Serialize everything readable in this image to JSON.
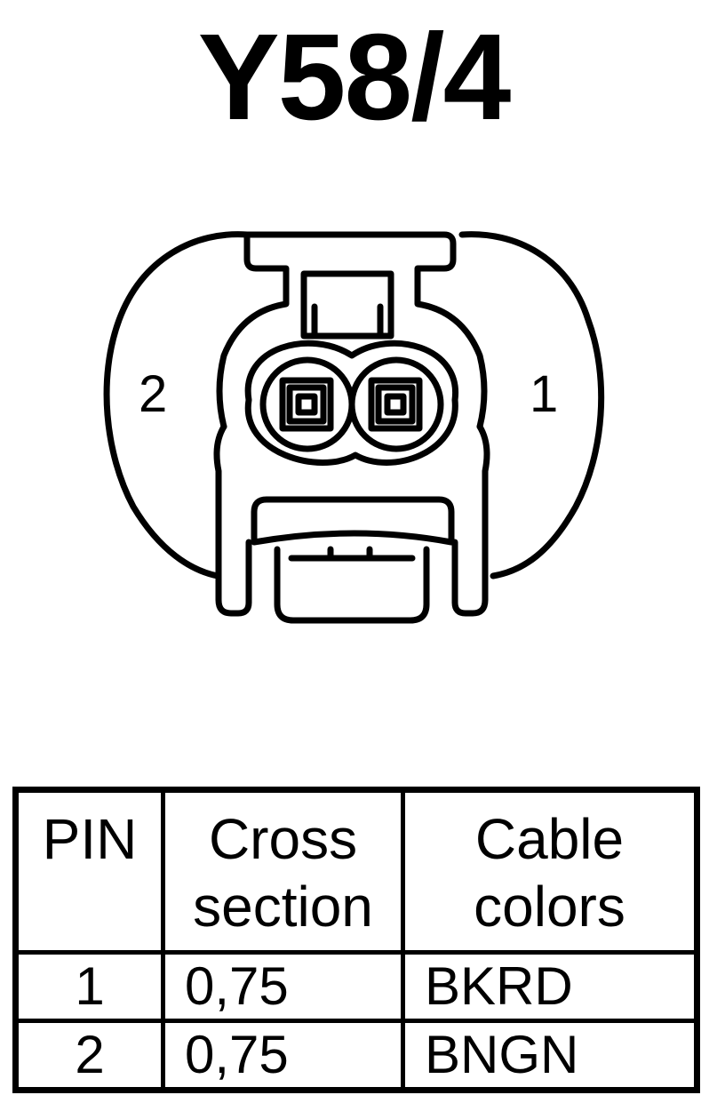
{
  "title": "Y58/4",
  "connector": {
    "left_pin_label": "2",
    "right_pin_label": "1"
  },
  "table": {
    "headers": {
      "pin": "PIN",
      "cross_line1": "Cross",
      "cross_line2": "section",
      "cable_line1": "Cable",
      "cable_line2": "colors"
    },
    "rows": [
      {
        "pin": "1",
        "cross_section": "0,75",
        "cable_colors": "BKRD"
      },
      {
        "pin": "2",
        "cross_section": "0,75",
        "cable_colors": "BNGN"
      }
    ]
  }
}
